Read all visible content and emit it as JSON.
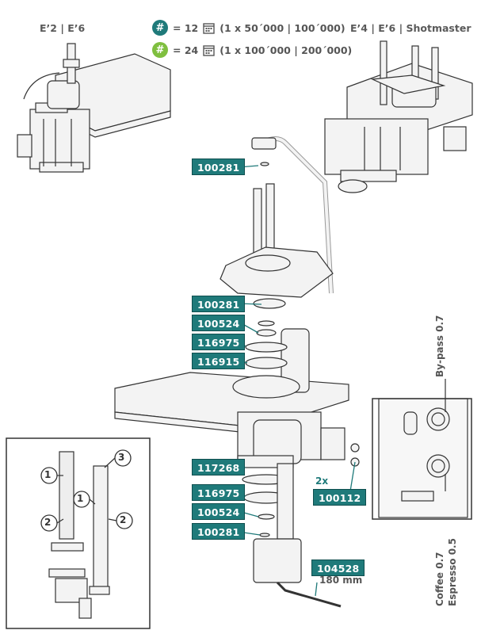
{
  "headers": {
    "left_model": "E’2 | E’6",
    "right_model": "E’4 | E’6 | Shotmaster"
  },
  "legend": [
    {
      "symbol": "#",
      "color": "#1f7a7a",
      "text": "= 12",
      "detail": "(1 x 50´000 | 100´000)"
    },
    {
      "symbol": "#",
      "color": "#7fbf3f",
      "text": "= 24",
      "detail": "(1 x 100´000 | 200´000)"
    }
  ],
  "parts": [
    "100281",
    "100281",
    "100524",
    "116975",
    "116915",
    "117268",
    "116975",
    "100524",
    "100281",
    "100112",
    "104528"
  ],
  "qty": "2x",
  "length": "180 mm",
  "inset": {
    "bypass": "By-pass 0.7",
    "coffee": "Coffee 0.7",
    "espresso": "Espresso 0.5"
  },
  "callouts": [
    "1",
    "2",
    "3",
    "1",
    "2"
  ]
}
